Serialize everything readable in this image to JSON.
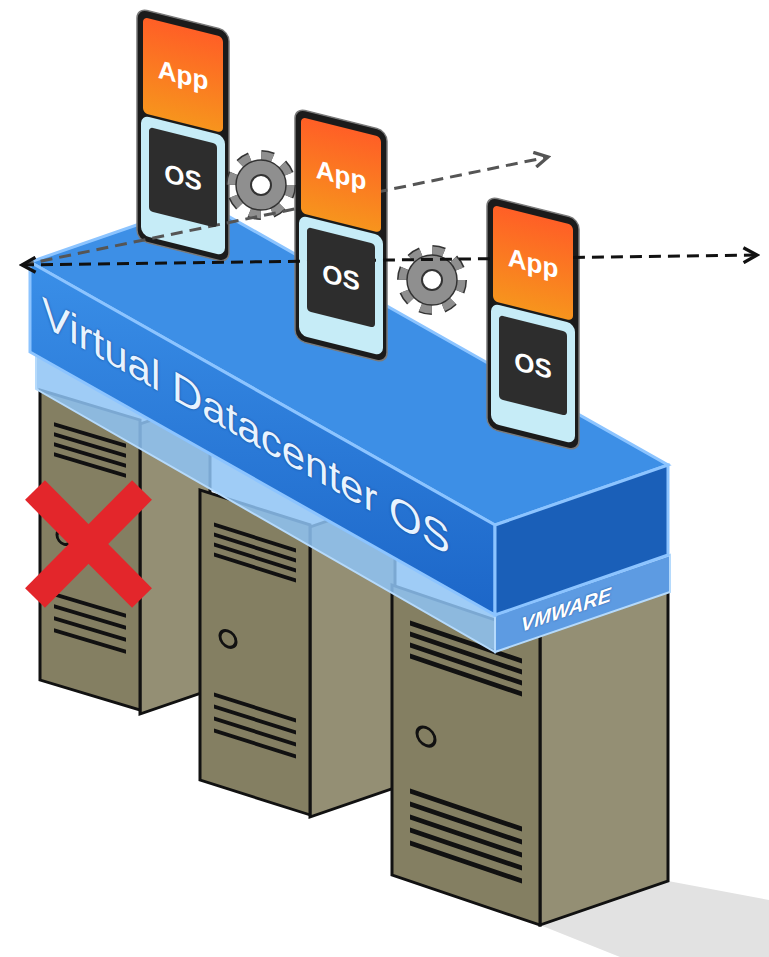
{
  "diagram": {
    "nodes": [
      {
        "text": [
          "App"
        ]
      },
      {
        "text": [
          "OS"
        ]
      },
      {
        "text": [
          "App"
        ]
      },
      {
        "text": [
          "OS"
        ]
      },
      {
        "text": [
          "App"
        ]
      },
      {
        "text": [
          "OS"
        ]
      },
      {
        "text": [
          "Virtual Datacenter OS"
        ]
      },
      {
        "text": [
          "VMWARE"
        ]
      }
    ]
  }
}
